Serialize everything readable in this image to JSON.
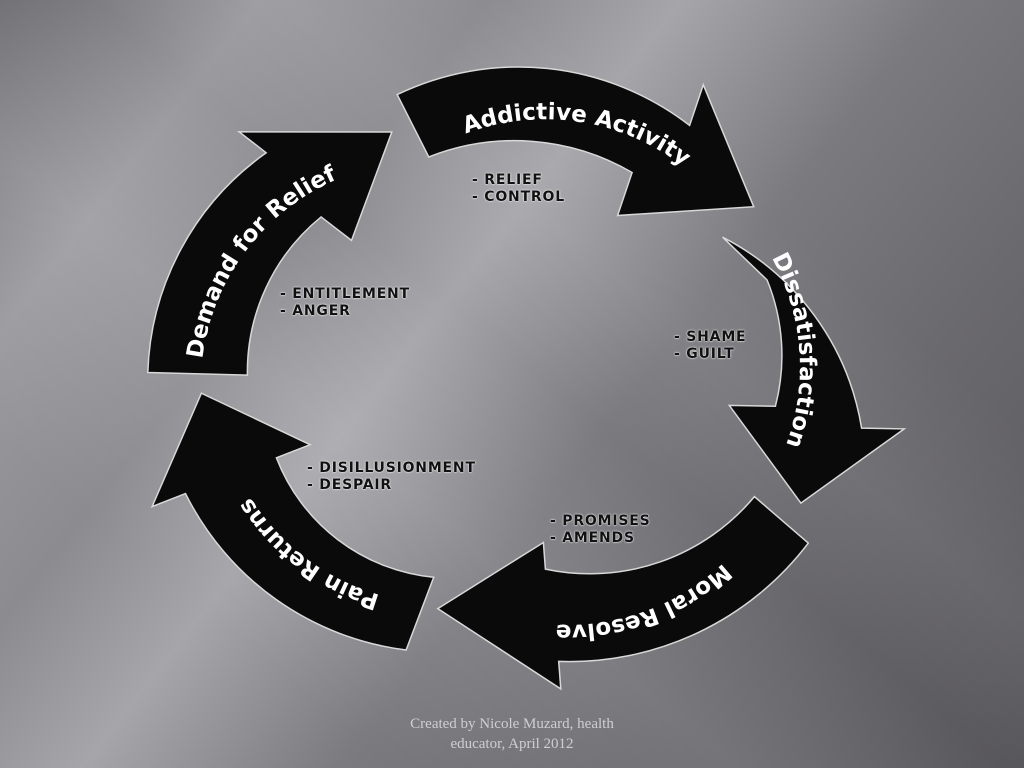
{
  "cycle": {
    "stages": [
      {
        "label": "Addictive Activity",
        "notes": [
          "- RELIEF",
          "- CONTROL"
        ]
      },
      {
        "label": "Dissatisfaction",
        "notes": [
          "- SHAME",
          "- GUILT"
        ]
      },
      {
        "label": "Moral Resolve",
        "notes": [
          "- PROMISES",
          "- AMENDS"
        ]
      },
      {
        "label": "Pain Returns",
        "notes": [
          "- DISILLUSIONMENT",
          "- DESPAIR"
        ]
      },
      {
        "label": "Demand for Relief",
        "notes": [
          "- ENTITLEMENT",
          "- ANGER"
        ]
      }
    ],
    "arrow_color": "#0a0a0a",
    "arrow_outline": "#d8d8d8"
  },
  "credit": {
    "line1": "Created by Nicole Muzard, health",
    "line2": "educator, April 2012"
  }
}
